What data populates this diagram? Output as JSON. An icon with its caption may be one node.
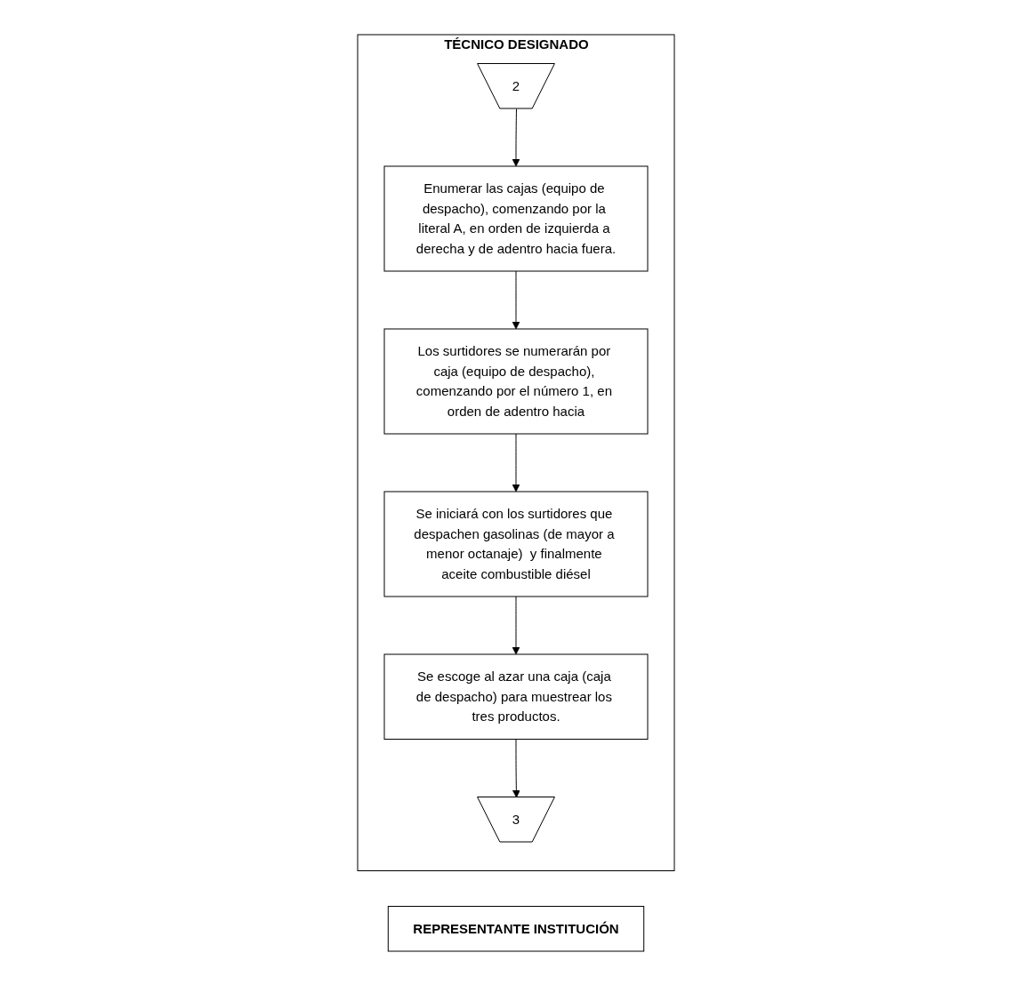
{
  "diagram": {
    "nodes": [
      {
        "text": [
          "TÉCNICO DESIGNADO"
        ]
      },
      {
        "text": [
          "REPRESENTANTE INSTITUCIÓN"
        ]
      },
      {
        "text": [
          "2"
        ],
        "in": 0
      },
      {
        "text": [
          "Enumerar las cajas (equipo de despacho), comenzando por la literal A, en orden de izquierda a derecha y de adentro hacia fuera."
        ],
        "in": 0
      },
      {
        "text": [
          "Los surtidores se numerarán por caja (equipo de despacho), comenzando por el número 1, en orden de adentro hacia"
        ],
        "in": 0
      },
      {
        "text": [
          "Se iniciará con los surtidores que despachen gasolinas (de mayor a menor octanaje)  y finalmente aceite combustible diésel"
        ],
        "in": 0
      },
      {
        "text": [
          "Se escoge al azar una caja (caja de despacho) para muestrear los tres productos."
        ],
        "in": 0
      },
      {
        "text": [
          "3"
        ],
        "in": 0
      }
    ],
    "edges": [
      {
        "from": 2,
        "to": 3,
        "arrow": "to"
      },
      {
        "from": 3,
        "to": 4,
        "arrow": "to"
      },
      {
        "from": 4,
        "to": 5,
        "arrow": "to"
      },
      {
        "from": 5,
        "to": 6,
        "arrow": "to"
      },
      {
        "from": 6,
        "to": 7,
        "arrow": "to"
      }
    ]
  }
}
